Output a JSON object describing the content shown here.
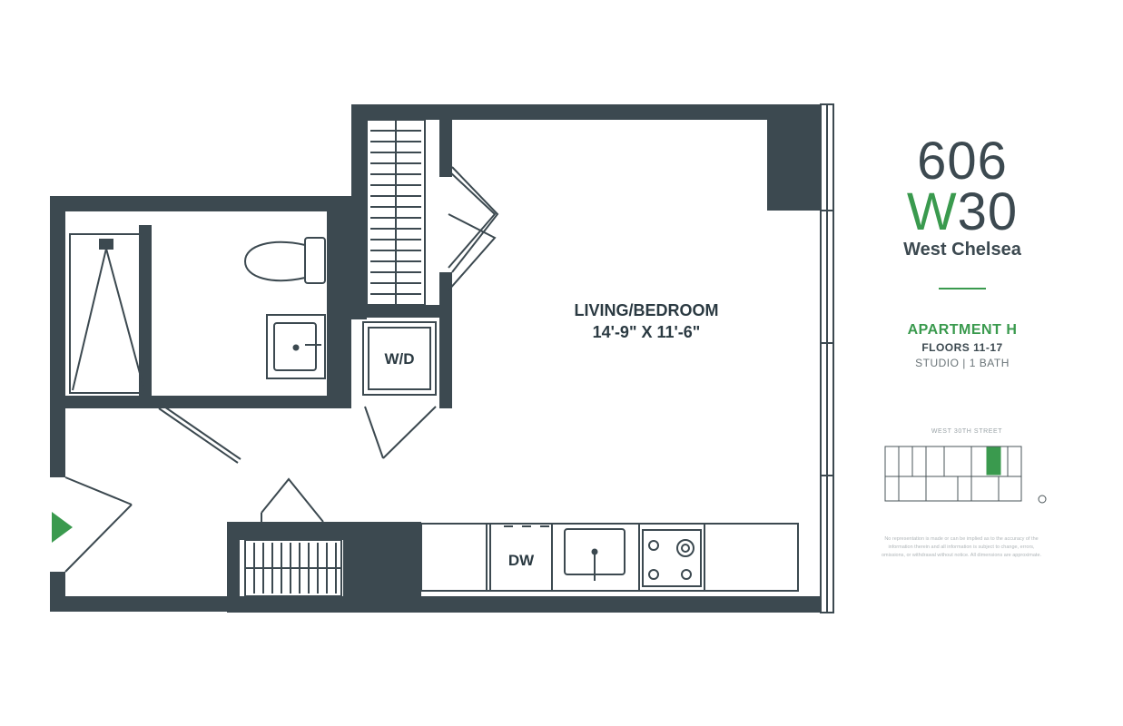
{
  "brand": {
    "number": "606",
    "w_letter": "W",
    "w_number": "30",
    "neighborhood": "West Chelsea"
  },
  "unit": {
    "name": "APARTMENT H",
    "floors": "FLOORS 11-17",
    "type": "STUDIO | 1 BATH"
  },
  "rooms": {
    "living_name": "LIVING/BEDROOM",
    "living_dims": "14'-9\" X 11'-6\"",
    "washer_dryer": "W/D",
    "dishwasher": "DW"
  },
  "key_plan": {
    "street_label": "WEST 30TH STREET"
  },
  "disclaimer": "No representation is made or can be implied as to the accuracy of the information therein and all information is subject to change, errors, omissions, or withdrawal without notice. All dimensions are approximate.",
  "colors": {
    "wall": "#3c4950",
    "accent": "#3a9a4e",
    "line": "#2b3a42"
  }
}
